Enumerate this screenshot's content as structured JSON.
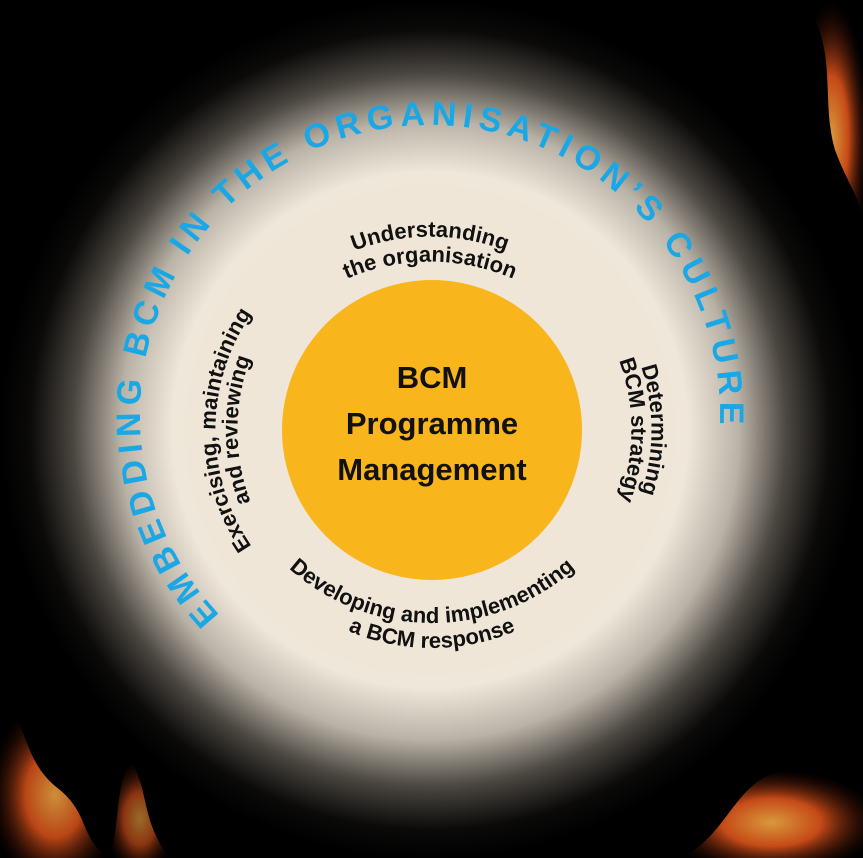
{
  "outer_ring": {
    "text": "EMBEDDING  BCM  IN  THE  ORGANISATION’S  CULTURE",
    "color": "#1aa7e6"
  },
  "phases": {
    "top": {
      "line1": "Understanding",
      "line2": "the organisation"
    },
    "right": {
      "line1": "Determining",
      "line2": "BCM strategy"
    },
    "bottom": {
      "line1": "Developing and implementing",
      "line2": "a BCM response"
    },
    "left": {
      "line1": "Exercising, maintaining",
      "line2": "and reviewing"
    }
  },
  "core": {
    "line1": "BCM",
    "line2": "Programme",
    "line3": "Management",
    "color": "#f8b51c"
  },
  "colors": {
    "background": "#000000",
    "disc_center": "#f3ebdf",
    "flame": "#e8571b"
  }
}
